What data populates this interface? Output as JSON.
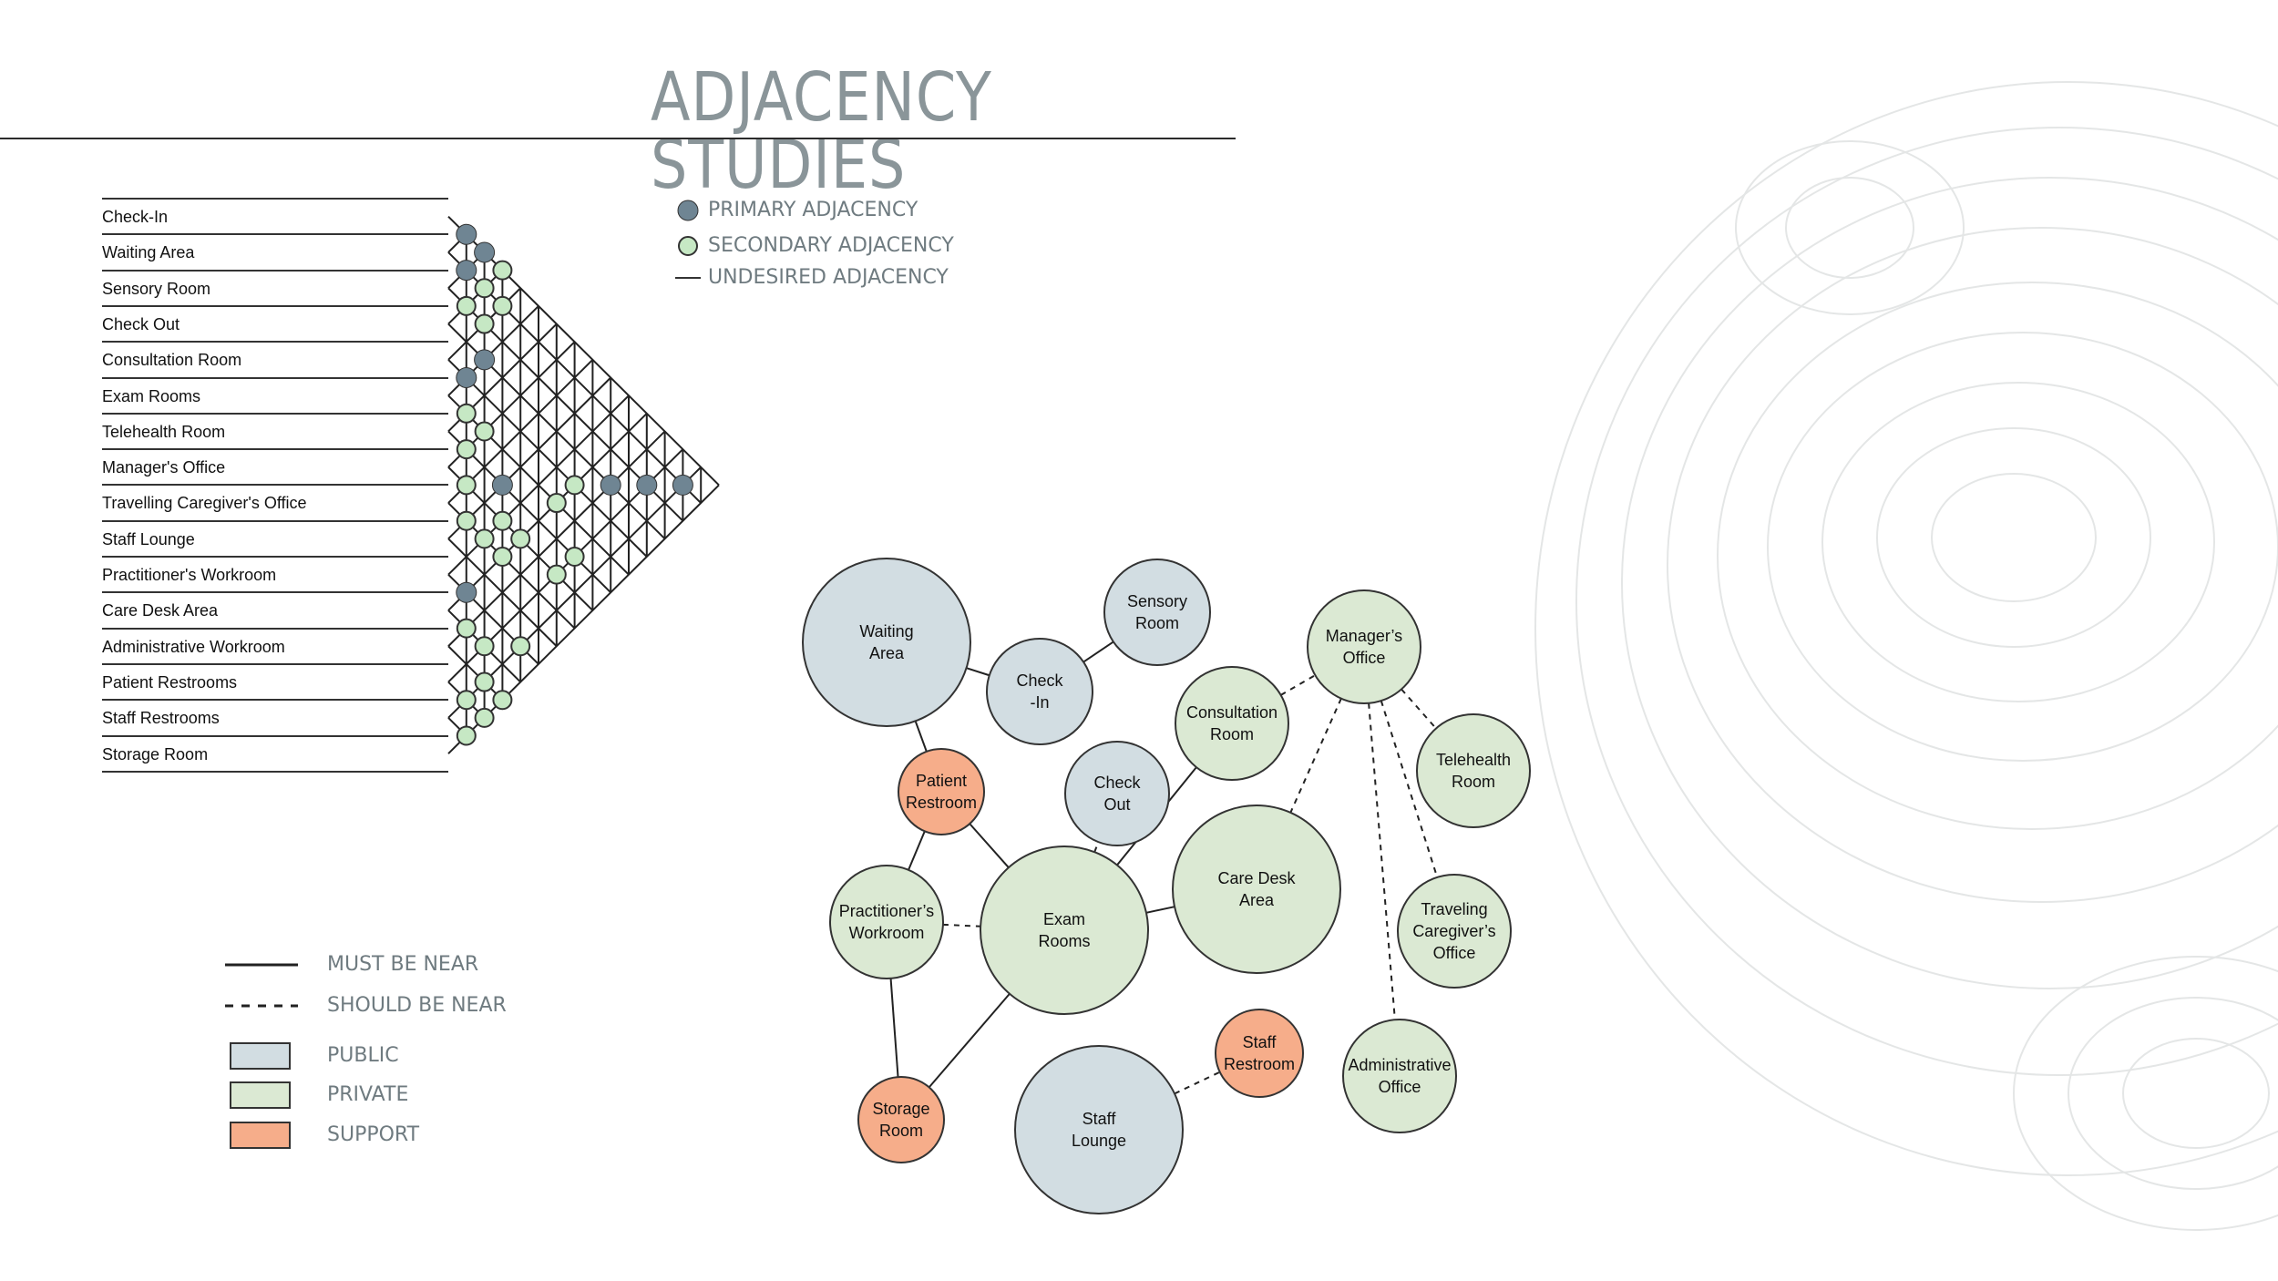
{
  "title": "ADJACENCY STUDIES",
  "colors": {
    "public": "#d2dde2",
    "private": "#dbe9d3",
    "support": "#f6ad8a",
    "primary_dot": "#6f8593",
    "secondary_dot": "#c6e8c4",
    "line": "#222222",
    "title": "#8a9599"
  },
  "matrix": {
    "rooms": [
      "Check-In",
      "Waiting Area",
      "Sensory Room",
      "Check Out",
      "Consultation Room",
      "Exam Rooms",
      "Telehealth Room",
      "Manager's Office",
      "Travelling Caregiver's Office",
      "Staff Lounge",
      "Practitioner's Workroom",
      "Care Desk Area",
      "Administrative Workroom",
      "Patient Restrooms",
      "Staff Restrooms",
      "Storage Room"
    ],
    "pairs": [
      {
        "a": 0,
        "b": 1,
        "level": "primary"
      },
      {
        "a": 0,
        "b": 2,
        "level": "primary"
      },
      {
        "a": 1,
        "b": 2,
        "level": "primary"
      },
      {
        "a": 0,
        "b": 3,
        "level": "secondary"
      },
      {
        "a": 1,
        "b": 3,
        "level": "secondary"
      },
      {
        "a": 1,
        "b": 4,
        "level": "secondary"
      },
      {
        "a": 2,
        "b": 3,
        "level": "secondary"
      },
      {
        "a": 2,
        "b": 4,
        "level": "secondary"
      },
      {
        "a": 3,
        "b": 5,
        "level": "primary"
      },
      {
        "a": 4,
        "b": 5,
        "level": "primary"
      },
      {
        "a": 5,
        "b": 6,
        "level": "secondary"
      },
      {
        "a": 5,
        "b": 7,
        "level": "secondary"
      },
      {
        "a": 6,
        "b": 7,
        "level": "secondary"
      },
      {
        "a": 7,
        "b": 8,
        "level": "secondary"
      },
      {
        "a": 1,
        "b": 14,
        "level": "primary"
      },
      {
        "a": 2,
        "b": 13,
        "level": "primary"
      },
      {
        "a": 3,
        "b": 12,
        "level": "primary"
      },
      {
        "a": 4,
        "b": 11,
        "level": "secondary"
      },
      {
        "a": 6,
        "b": 9,
        "level": "primary"
      },
      {
        "a": 8,
        "b": 9,
        "level": "secondary"
      },
      {
        "a": 8,
        "b": 10,
        "level": "secondary"
      },
      {
        "a": 5,
        "b": 11,
        "level": "secondary"
      },
      {
        "a": 7,
        "b": 10,
        "level": "secondary"
      },
      {
        "a": 7,
        "b": 11,
        "level": "secondary"
      },
      {
        "a": 8,
        "b": 11,
        "level": "secondary"
      },
      {
        "a": 6,
        "b": 13,
        "level": "secondary"
      },
      {
        "a": 7,
        "b": 13,
        "level": "secondary"
      },
      {
        "a": 10,
        "b": 11,
        "level": "primary"
      },
      {
        "a": 11,
        "b": 12,
        "level": "secondary"
      },
      {
        "a": 11,
        "b": 13,
        "level": "secondary"
      },
      {
        "a": 10,
        "b": 14,
        "level": "secondary"
      },
      {
        "a": 12,
        "b": 14,
        "level": "secondary"
      },
      {
        "a": 13,
        "b": 14,
        "level": "secondary"
      },
      {
        "a": 12,
        "b": 15,
        "level": "secondary"
      },
      {
        "a": 13,
        "b": 15,
        "level": "secondary"
      },
      {
        "a": 14,
        "b": 15,
        "level": "secondary"
      }
    ]
  },
  "adjacency_legend": {
    "primary": "PRIMARY ADJACENCY",
    "secondary": "SECONDARY ADJACENCY",
    "undesired": "UNDESIRED ADJACENCY"
  },
  "relationship_legend": {
    "must": "MUST BE NEAR",
    "should": "SHOULD BE NEAR"
  },
  "zone_legend": {
    "public": "PUBLIC",
    "private": "PRIVATE",
    "support": "SUPPORT"
  },
  "bubbles": [
    {
      "id": "waiting",
      "lines": [
        "Waiting",
        "Area"
      ],
      "zone": "public"
    },
    {
      "id": "sensory",
      "lines": [
        "Sensory",
        "Room"
      ],
      "zone": "public"
    },
    {
      "id": "checkin",
      "lines": [
        "Check",
        "-In"
      ],
      "zone": "public"
    },
    {
      "id": "patient",
      "lines": [
        "Patient",
        "Restroom"
      ],
      "zone": "support"
    },
    {
      "id": "checkout",
      "lines": [
        "Check",
        "Out"
      ],
      "zone": "public"
    },
    {
      "id": "consult",
      "lines": [
        "Consultation",
        "Room"
      ],
      "zone": "private"
    },
    {
      "id": "manager",
      "lines": [
        "Manager’s",
        "Office"
      ],
      "zone": "private"
    },
    {
      "id": "tele",
      "lines": [
        "Telehealth",
        "Room"
      ],
      "zone": "private"
    },
    {
      "id": "practitioner",
      "lines": [
        "Practitioner’s",
        "Workroom"
      ],
      "zone": "private"
    },
    {
      "id": "exam",
      "lines": [
        "Exam",
        "Rooms"
      ],
      "zone": "private"
    },
    {
      "id": "caredesk",
      "lines": [
        "Care Desk",
        "Area"
      ],
      "zone": "private"
    },
    {
      "id": "traveling",
      "lines": [
        "Traveling",
        "Caregiver’s",
        "Office"
      ],
      "zone": "private"
    },
    {
      "id": "staffrest",
      "lines": [
        "Staff",
        "Restroom"
      ],
      "zone": "support"
    },
    {
      "id": "admin",
      "lines": [
        "Administrative",
        "Office"
      ],
      "zone": "private"
    },
    {
      "id": "storage",
      "lines": [
        "Storage",
        "Room"
      ],
      "zone": "support"
    },
    {
      "id": "lounge",
      "lines": [
        "Staff",
        "Lounge"
      ],
      "zone": "public"
    }
  ],
  "links": [
    {
      "from": "waiting",
      "to": "checkin",
      "type": "must"
    },
    {
      "from": "checkin",
      "to": "sensory",
      "type": "must"
    },
    {
      "from": "waiting",
      "to": "patient",
      "type": "must"
    },
    {
      "from": "patient",
      "to": "practitioner",
      "type": "must"
    },
    {
      "from": "patient",
      "to": "exam",
      "type": "must"
    },
    {
      "from": "practitioner",
      "to": "storage",
      "type": "must"
    },
    {
      "from": "practitioner",
      "to": "exam",
      "type": "should"
    },
    {
      "from": "exam",
      "to": "storage",
      "type": "must"
    },
    {
      "from": "exam",
      "to": "checkout",
      "type": "should"
    },
    {
      "from": "exam",
      "to": "consult",
      "type": "must"
    },
    {
      "from": "exam",
      "to": "caredesk",
      "type": "must"
    },
    {
      "from": "consult",
      "to": "manager",
      "type": "should"
    },
    {
      "from": "manager",
      "to": "tele",
      "type": "should"
    },
    {
      "from": "manager",
      "to": "traveling",
      "type": "should"
    },
    {
      "from": "manager",
      "to": "admin",
      "type": "should"
    },
    {
      "from": "manager",
      "to": "caredesk",
      "type": "should"
    },
    {
      "from": "lounge",
      "to": "staffrest",
      "type": "should"
    }
  ]
}
